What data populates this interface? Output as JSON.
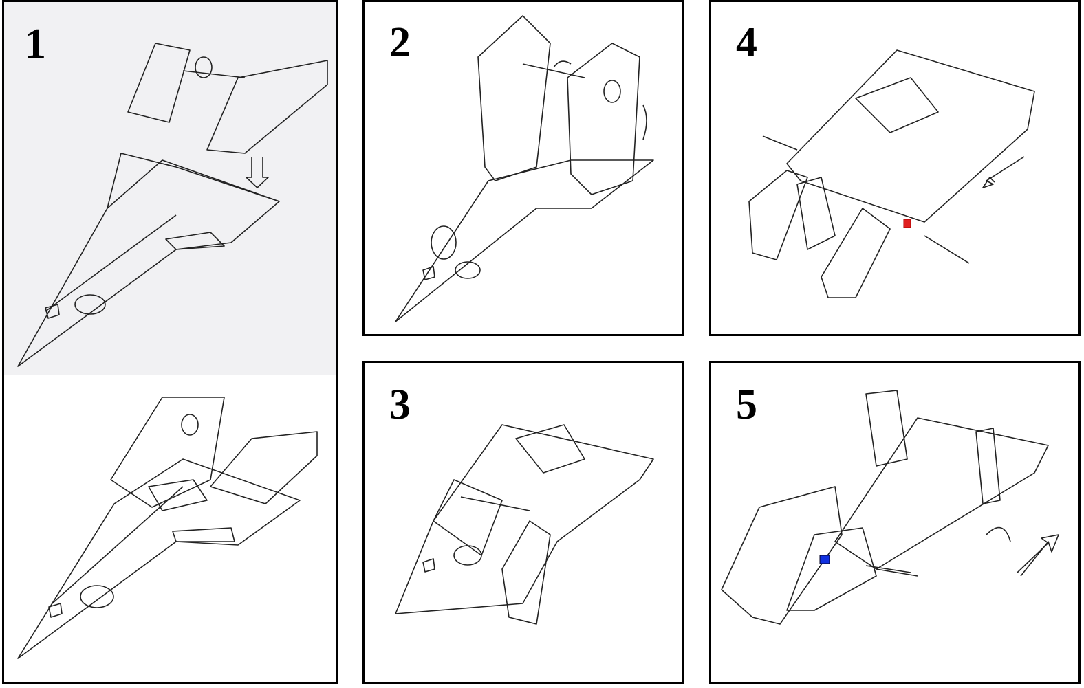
{
  "steps": [
    {
      "label": "1"
    },
    {
      "label": "2"
    },
    {
      "label": "3"
    },
    {
      "label": "4"
    },
    {
      "label": "5"
    }
  ],
  "markers": {
    "red": "#e02020",
    "blue": "#1030e0"
  }
}
